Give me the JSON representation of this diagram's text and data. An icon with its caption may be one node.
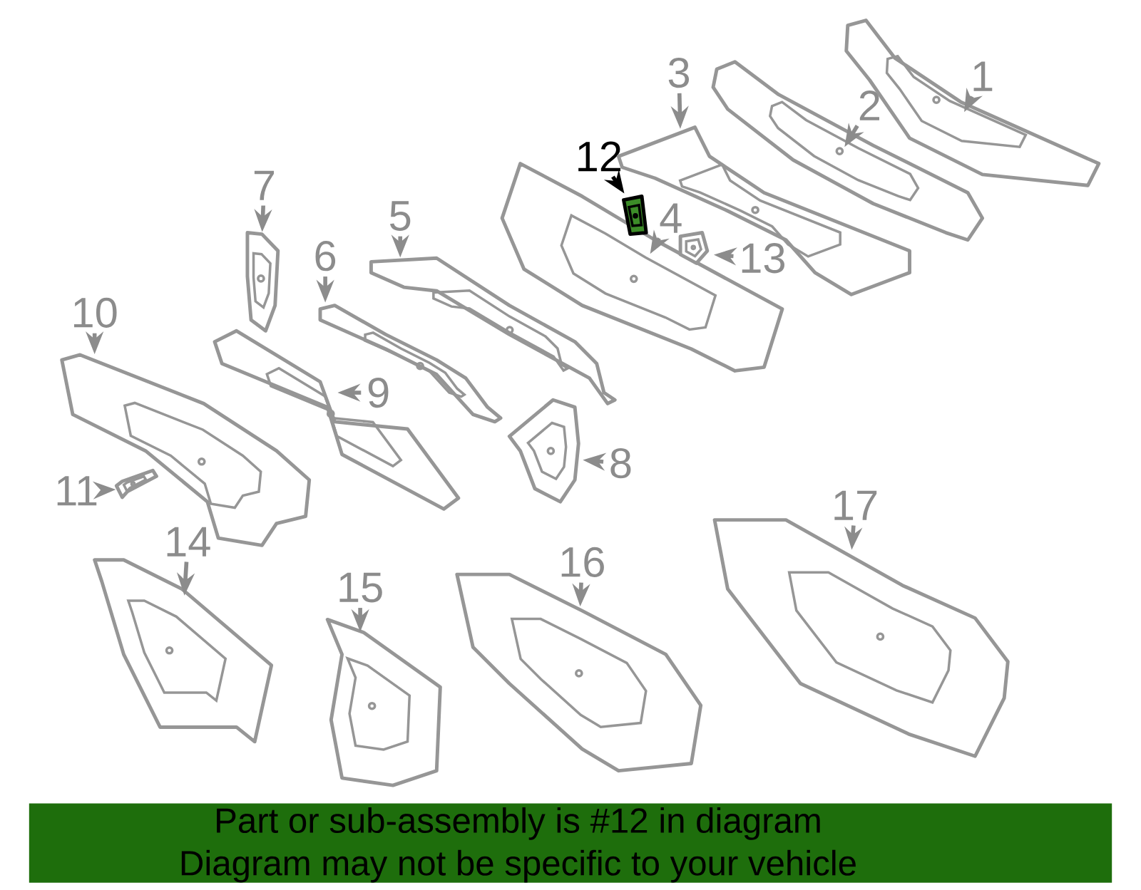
{
  "diagram": {
    "nodes": [
      {
        "text": [
          "1"
        ]
      },
      {
        "text": [
          "2"
        ]
      },
      {
        "text": [
          "3"
        ]
      },
      {
        "text": [
          "4"
        ]
      },
      {
        "text": [
          "5"
        ]
      },
      {
        "text": [
          "6"
        ]
      },
      {
        "text": [
          "7"
        ]
      },
      {
        "text": [
          "8"
        ]
      },
      {
        "text": [
          "9"
        ]
      },
      {
        "text": [
          "10"
        ]
      },
      {
        "text": [
          "11"
        ]
      },
      {
        "text": [
          "12"
        ]
      },
      {
        "text": [
          "13"
        ]
      },
      {
        "text": [
          "14"
        ]
      },
      {
        "text": [
          "15"
        ]
      },
      {
        "text": [
          "16"
        ]
      },
      {
        "text": [
          "17"
        ]
      },
      {
        "text": [],
        "shape": "picture"
      },
      {
        "text": [],
        "shape": "picture"
      },
      {
        "text": [],
        "shape": "picture"
      },
      {
        "text": [],
        "shape": "picture"
      },
      {
        "text": [],
        "shape": "picture"
      },
      {
        "text": [],
        "shape": "picture"
      },
      {
        "text": [],
        "shape": "picture"
      },
      {
        "text": [],
        "shape": "picture"
      },
      {
        "text": [],
        "shape": "picture"
      },
      {
        "text": [],
        "shape": "picture"
      },
      {
        "text": [],
        "shape": "picture"
      },
      {
        "text": [],
        "shape": "picture"
      },
      {
        "text": [],
        "shape": "picture"
      },
      {
        "text": [],
        "shape": "picture"
      },
      {
        "text": [],
        "shape": "picture"
      },
      {
        "text": [],
        "shape": "picture"
      },
      {
        "text": [],
        "shape": "picture"
      }
    ],
    "edges": [
      {
        "from": 0,
        "to": 17,
        "arrow": "to"
      },
      {
        "from": 1,
        "to": 18,
        "arrow": "to"
      },
      {
        "from": 2,
        "to": 19,
        "arrow": "to"
      },
      {
        "from": 3,
        "to": 20,
        "arrow": "to"
      },
      {
        "from": 4,
        "to": 21,
        "arrow": "to"
      },
      {
        "from": 5,
        "to": 22,
        "arrow": "to"
      },
      {
        "from": 6,
        "to": 23,
        "arrow": "to"
      },
      {
        "from": 7,
        "to": 24,
        "arrow": "to"
      },
      {
        "from": 8,
        "to": 25,
        "arrow": "to"
      },
      {
        "from": 9,
        "to": 26,
        "arrow": "to"
      },
      {
        "from": 10,
        "to": 27,
        "arrow": "to"
      },
      {
        "from": 11,
        "to": 28,
        "arrow": "to",
        "color": "#000000"
      },
      {
        "from": 12,
        "to": 29,
        "arrow": "to"
      },
      {
        "from": 13,
        "to": 30,
        "arrow": "to"
      },
      {
        "from": 14,
        "to": 31,
        "arrow": "to"
      },
      {
        "from": 15,
        "to": 32,
        "arrow": "to"
      },
      {
        "from": 16,
        "to": 33,
        "arrow": "to"
      }
    ],
    "labels": [
      "Part or sub-assembly is #12 in diagram",
      "Diagram may not be specific to your vehicle"
    ]
  }
}
